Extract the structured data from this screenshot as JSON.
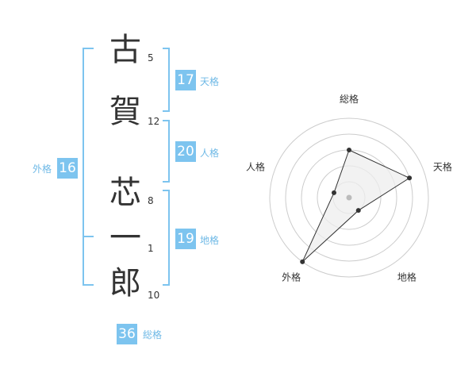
{
  "colors": {
    "accent": "#7dc4ef",
    "label": "#6fb9e6",
    "text": "#333333",
    "grid": "#cccccc",
    "area": "#eeeeee",
    "center_dot": "#bbbbbb"
  },
  "name": {
    "characters": [
      {
        "char": "古",
        "strokes": "5"
      },
      {
        "char": "賀",
        "strokes": "12"
      },
      {
        "char": "芯",
        "strokes": "8"
      },
      {
        "char": "一",
        "strokes": "1"
      },
      {
        "char": "郎",
        "strokes": "10"
      }
    ]
  },
  "scores": {
    "tenkaku": {
      "label": "天格",
      "value": "17"
    },
    "jinkaku": {
      "label": "人格",
      "value": "20"
    },
    "chikaku": {
      "label": "地格",
      "value": "19"
    },
    "gaikaku": {
      "label": "外格",
      "value": "16"
    },
    "soukaku": {
      "label": "総格",
      "value": "36"
    }
  },
  "chart_data": {
    "type": "radar",
    "axes": [
      "総格",
      "天格",
      "地格",
      "外格",
      "人格"
    ],
    "values": [
      3,
      4,
      1,
      5,
      1
    ],
    "rlim": [
      0,
      5
    ],
    "grid": true,
    "legend": "none"
  }
}
